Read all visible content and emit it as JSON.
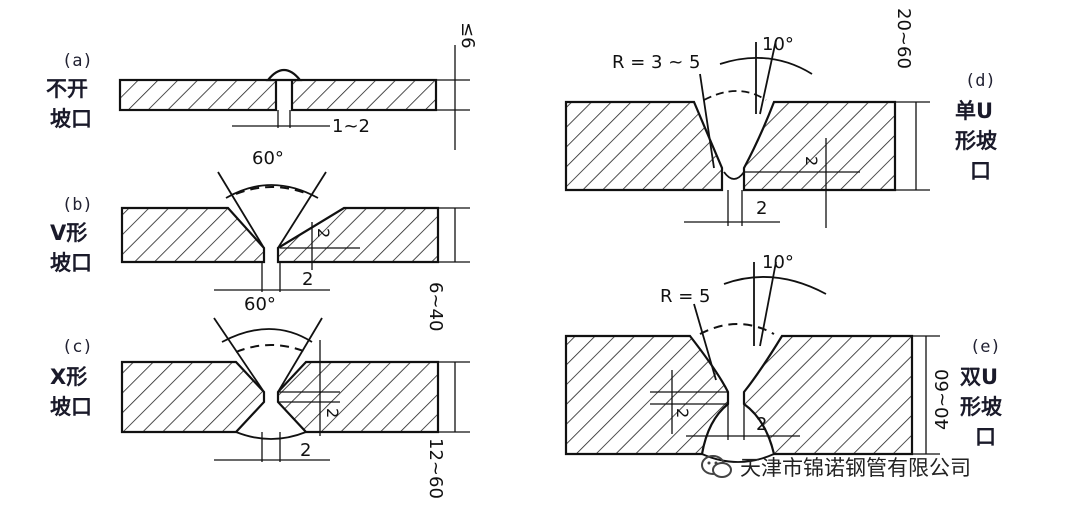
{
  "figure": {
    "panels": [
      {
        "id": "a",
        "letter": "(a)",
        "caption": [
          "不开",
          "坡口"
        ],
        "dims": {
          "thickness": "≤6",
          "gap": "1~2"
        }
      },
      {
        "id": "b",
        "letter": "(b)",
        "caption": [
          "V形",
          "坡口"
        ],
        "dims": {
          "angle": "60°",
          "root_face": "2",
          "gap": "2",
          "thickness": "6~40"
        }
      },
      {
        "id": "c",
        "letter": "(c)",
        "caption": [
          "X形",
          "坡口"
        ],
        "dims": {
          "angle": "60°",
          "root_face": "2",
          "gap": "2",
          "thickness": "12~60"
        }
      },
      {
        "id": "d",
        "letter": "(d)",
        "caption": [
          "单U",
          "形坡",
          "口"
        ],
        "dims": {
          "radius": "R = 3 ~ 5",
          "angle": "10°",
          "root_face": "2",
          "gap": "2",
          "thickness": "20~60"
        }
      },
      {
        "id": "e",
        "letter": "(e)",
        "caption": [
          "双U",
          "形坡",
          "口"
        ],
        "dims": {
          "radius": "R = 5",
          "angle": "10°",
          "root_face": "2",
          "gap": "2",
          "thickness": "40~60"
        }
      }
    ]
  },
  "watermark": {
    "text": "天津市锦诺钢管有限公司",
    "icon": "wechat-icon"
  }
}
